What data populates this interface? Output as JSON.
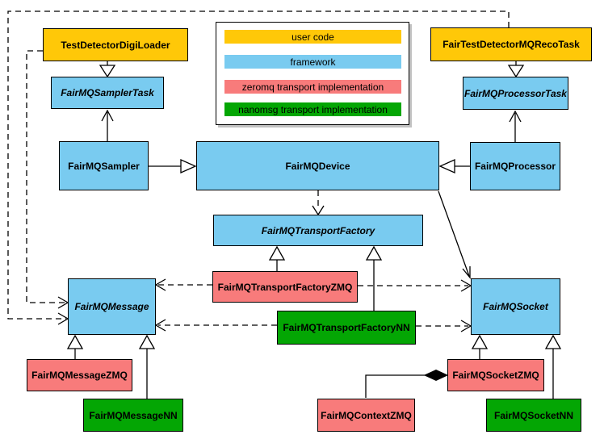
{
  "colors": {
    "user_code": "#FFC808",
    "framework": "#79CBF0",
    "zeromq": "#F87B7B",
    "nanomsg": "#04A604",
    "line": "#000000",
    "background": "#FFFFFF"
  },
  "legend": {
    "items": [
      {
        "label": "user code",
        "role": "user_code"
      },
      {
        "label": "framework",
        "role": "framework"
      },
      {
        "label": "zeromq transport implementation",
        "role": "zeromq"
      },
      {
        "label": "nanomsg transport implementation",
        "role": "nanomsg"
      }
    ]
  },
  "nodes": {
    "test_detector_digi_loader": {
      "label": "TestDetectorDigiLoader",
      "role": "user_code",
      "abstract": false
    },
    "fair_test_detector_mq_reco_task": {
      "label": "FairTestDetectorMQRecoTask",
      "role": "user_code",
      "abstract": false
    },
    "sampler_task": {
      "label": "FairMQSamplerTask",
      "role": "framework",
      "abstract": true
    },
    "processor_task": {
      "label": "FairMQProcessorTask",
      "role": "framework",
      "abstract": true
    },
    "sampler": {
      "label": "FairMQSampler",
      "role": "framework",
      "abstract": false
    },
    "device": {
      "label": "FairMQDevice",
      "role": "framework",
      "abstract": false
    },
    "processor": {
      "label": "FairMQProcessor",
      "role": "framework",
      "abstract": false
    },
    "transport_factory": {
      "label": "FairMQTransportFactory",
      "role": "framework",
      "abstract": true
    },
    "transport_factory_zmq": {
      "label": "FairMQTransportFactoryZMQ",
      "role": "zeromq",
      "abstract": false
    },
    "transport_factory_nn": {
      "label": "FairMQTransportFactoryNN",
      "role": "nanomsg",
      "abstract": false
    },
    "message": {
      "label": "FairMQMessage",
      "role": "framework",
      "abstract": true
    },
    "socket": {
      "label": "FairMQSocket",
      "role": "framework",
      "abstract": true
    },
    "message_zmq": {
      "label": "FairMQMessageZMQ",
      "role": "zeromq",
      "abstract": false
    },
    "message_nn": {
      "label": "FairMQMessageNN",
      "role": "nanomsg",
      "abstract": false
    },
    "socket_zmq": {
      "label": "FairMQSocketZMQ",
      "role": "zeromq",
      "abstract": false
    },
    "socket_nn": {
      "label": "FairMQSocketNN",
      "role": "nanomsg",
      "abstract": false
    },
    "context_zmq": {
      "label": "FairMQContextZMQ",
      "role": "zeromq",
      "abstract": false
    }
  },
  "relations": [
    {
      "from": "TestDetectorDigiLoader",
      "to": "FairMQSamplerTask",
      "type": "generalization",
      "style": "solid"
    },
    {
      "from": "FairTestDetectorMQRecoTask",
      "to": "FairMQProcessorTask",
      "type": "generalization",
      "style": "solid"
    },
    {
      "from": "FairMQSampler",
      "to": "FairMQSamplerTask",
      "type": "association-arrow",
      "style": "solid"
    },
    {
      "from": "FairMQProcessor",
      "to": "FairMQProcessorTask",
      "type": "association-arrow",
      "style": "solid"
    },
    {
      "from": "FairMQSampler",
      "to": "FairMQDevice",
      "type": "generalization",
      "style": "solid"
    },
    {
      "from": "FairMQProcessor",
      "to": "FairMQDevice",
      "type": "generalization",
      "style": "solid"
    },
    {
      "from": "FairMQDevice",
      "to": "FairMQTransportFactory",
      "type": "dependency",
      "style": "dashed"
    },
    {
      "from": "FairMQDevice",
      "to": "FairMQSocket",
      "type": "association-arrow",
      "style": "solid"
    },
    {
      "from": "FairMQTransportFactoryZMQ",
      "to": "FairMQTransportFactory",
      "type": "generalization",
      "style": "solid"
    },
    {
      "from": "FairMQTransportFactoryNN",
      "to": "FairMQTransportFactory",
      "type": "generalization",
      "style": "solid"
    },
    {
      "from": "FairMQTransportFactoryZMQ",
      "to": "FairMQMessage",
      "type": "dependency",
      "style": "dashed"
    },
    {
      "from": "FairMQTransportFactoryZMQ",
      "to": "FairMQSocket",
      "type": "dependency",
      "style": "dashed"
    },
    {
      "from": "FairMQTransportFactoryNN",
      "to": "FairMQMessage",
      "type": "dependency",
      "style": "dashed"
    },
    {
      "from": "FairMQTransportFactoryNN",
      "to": "FairMQSocket",
      "type": "dependency",
      "style": "dashed"
    },
    {
      "from": "FairMQMessageZMQ",
      "to": "FairMQMessage",
      "type": "generalization",
      "style": "solid"
    },
    {
      "from": "FairMQMessageNN",
      "to": "FairMQMessage",
      "type": "generalization",
      "style": "solid"
    },
    {
      "from": "FairMQSocketZMQ",
      "to": "FairMQSocket",
      "type": "generalization",
      "style": "solid"
    },
    {
      "from": "FairMQSocketNN",
      "to": "FairMQSocket",
      "type": "generalization",
      "style": "solid"
    },
    {
      "from": "TestDetectorDigiLoader",
      "to": "FairMQMessage",
      "type": "dependency",
      "style": "dashed"
    },
    {
      "from": "FairTestDetectorMQRecoTask",
      "to": "FairMQMessage",
      "type": "dependency",
      "style": "dashed"
    },
    {
      "from": "FairMQContextZMQ",
      "to": "FairMQSocketZMQ",
      "type": "composition",
      "style": "solid"
    }
  ]
}
